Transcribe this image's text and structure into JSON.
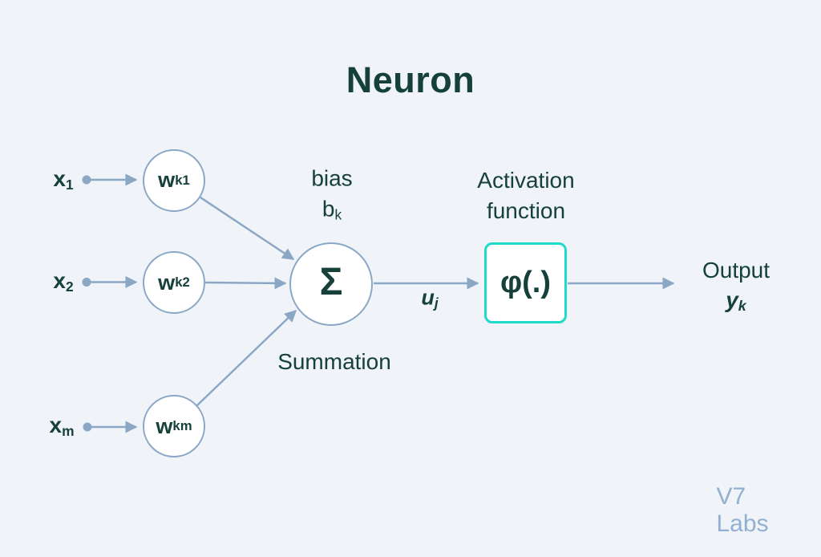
{
  "title": "Neuron",
  "watermark": "V7 Labs",
  "colors": {
    "background": "#f0f3f8",
    "ink": "#16413b",
    "line": "#8aa7c6",
    "accent": "#1edac9",
    "node_fill": "#ffffff",
    "watermark": "#93b0d2"
  },
  "inputs": [
    {
      "base": "x",
      "sub": "1"
    },
    {
      "base": "x",
      "sub": "2"
    },
    {
      "base": "x",
      "sub": "m"
    }
  ],
  "weights": [
    {
      "base": "w",
      "sub": "k1"
    },
    {
      "base": "w",
      "sub": "k2"
    },
    {
      "base": "w",
      "sub": "km"
    }
  ],
  "bias": {
    "line1": "bias",
    "base": "b",
    "sub": "k"
  },
  "summation": {
    "symbol": "Σ",
    "label": "Summation"
  },
  "signal": {
    "base": "u",
    "sub": "j"
  },
  "activation": {
    "label_line1": "Activation",
    "label_line2": "function",
    "symbol": "φ(.)"
  },
  "output": {
    "label": "Output",
    "base": "y",
    "sub": "k"
  }
}
